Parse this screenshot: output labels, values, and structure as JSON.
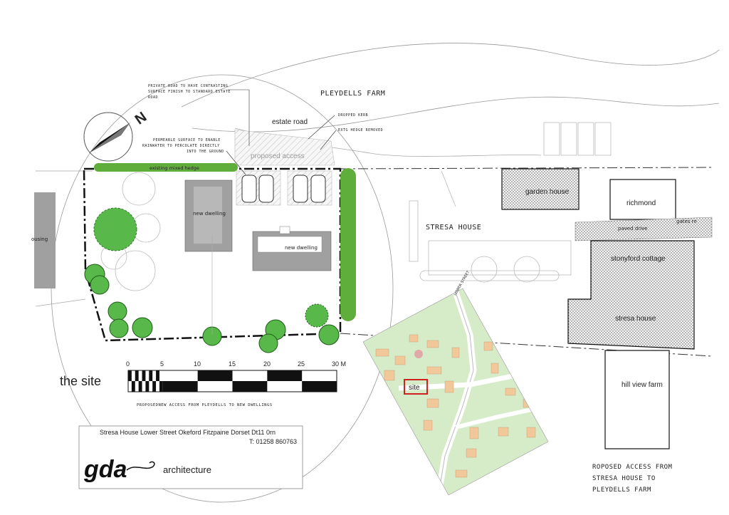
{
  "labels": {
    "pleydells_farm": "PLEYDELLS FARM",
    "estate_road": "estate road",
    "proposed_access": "proposed access",
    "stresa_house_hand": "STRESA HOUSE",
    "garden_house": "garden house",
    "richmond": "richmond",
    "paved_drive": "paved drive",
    "gates_re": "gates re",
    "stonyford_cottage": "stonyford cottage",
    "stresa_house": "stresa house",
    "hill_view_farm": "hill view farm",
    "new_dwelling_1": "new dwelling",
    "new_dwelling_2": "new dwelling",
    "existing_hedge": "existing mixed hedge",
    "housing": "ousing",
    "north": "N"
  },
  "notes": {
    "private_road": [
      "PRIVATE ROAD TO HAVE CONTRASTING",
      "SURFACE FINISH TO STANDARD ESTATE",
      "ROAD"
    ],
    "dropped_kerb": "DROPPED KERB",
    "hedge_removed": "EXTG HEDGE REMOVED",
    "permeable": [
      "PERMEABLE SURFACE TO ENABLE",
      "RAINWATER TO PERCOLATE DIRECTLY",
      "INTO THE GROUND"
    ],
    "proposed_access_caption": "PROPOSEDNEW ACCESS FROM PLEYDELLS TO NEW DWELLINGS",
    "roposed_access": [
      "ROPOSED ACCESS FROM",
      "STRESA HOUSE TO",
      "PLEYDELLS FARM"
    ]
  },
  "scale_bar": {
    "title": "the site",
    "ticks": [
      "0",
      "5",
      "10",
      "15",
      "20",
      "25",
      "30 M"
    ]
  },
  "location_map": {
    "site_label": "site",
    "street_label": "LOWER STREET"
  },
  "title_block": {
    "address": "Stresa House   Lower Street   Okeford Fitzpaine   Dorset   Dt11 0rn",
    "phone": "T: 01258 860763",
    "logo": "gda",
    "firm": "architecture"
  },
  "colors": {
    "hedge": "#5fae3b",
    "tree": "#58b84a",
    "building_grey": "#a0a0a0",
    "map_green": "#d6ebc8",
    "map_building": "#f0c89a",
    "site_red": "#d02020"
  }
}
